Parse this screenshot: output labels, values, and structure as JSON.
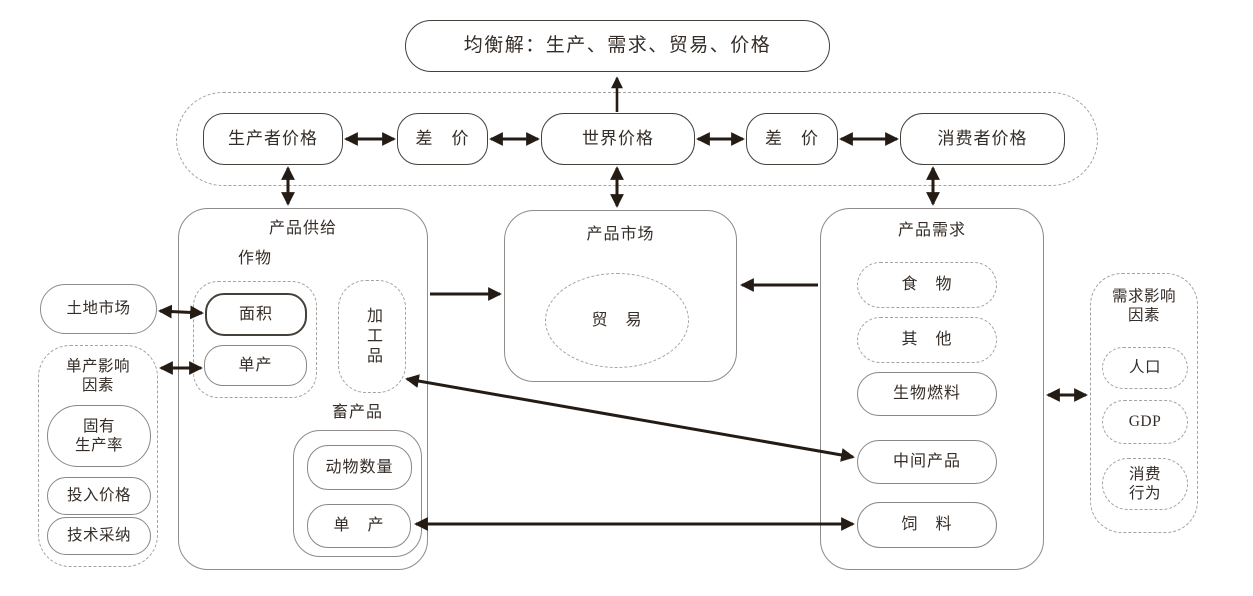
{
  "figure": {
    "equilibrium_label": "均衡解：生产、需求、贸易、价格"
  },
  "price_row": {
    "producer": "生产者价格",
    "margin_left": "差　价",
    "world": "世界价格",
    "margin_right": "差　价",
    "consumer": "消费者价格"
  },
  "supply": {
    "title": "产品供给",
    "crop_label": "作物",
    "area": "面积",
    "crop_yield": "单产",
    "processed": "加工品",
    "livestock_label": "畜产品",
    "animal_numbers": "动物数量",
    "livestock_yield": "单　产"
  },
  "market": {
    "title": "产品市场",
    "trade": "贸　易"
  },
  "demand": {
    "title": "产品需求",
    "items": [
      "食　物",
      "其　他",
      "生物燃料",
      "中间产品",
      "饲　料"
    ]
  },
  "demand_factors": {
    "title": "需求影响\n因素",
    "items": [
      "人口",
      "GDP",
      "消费\n行为"
    ]
  },
  "left_column": {
    "land_market": "土地市场",
    "yield_factors_title": "单产影响\n因素",
    "items": [
      "固有\n生产率",
      "投入价格",
      "技术采纳"
    ]
  },
  "colors": {
    "arrow": "#241b14",
    "dark_border": "#46403a",
    "gray_border": "#8e8b8a",
    "dashed_border": "#a5a2a0",
    "text": "#352d27"
  }
}
